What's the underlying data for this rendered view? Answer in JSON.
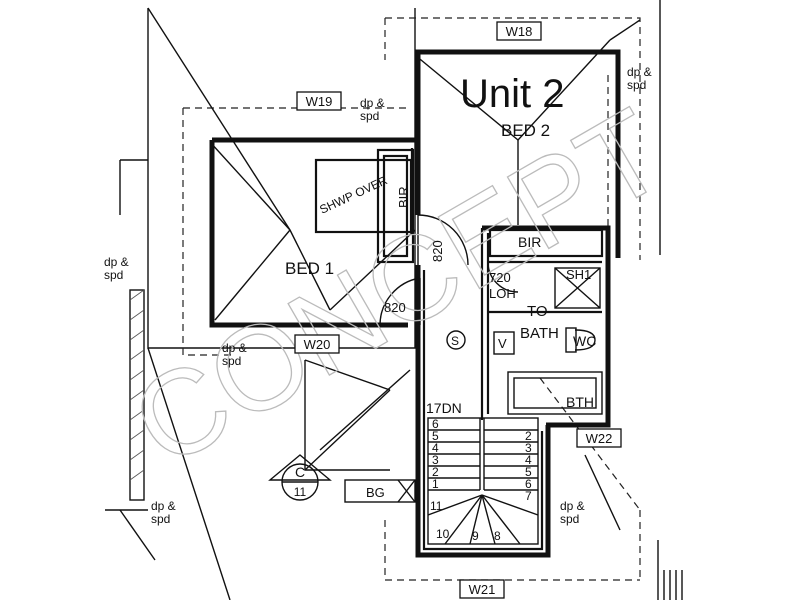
{
  "unit_title": "Unit 2",
  "rooms": {
    "bed1": "BED 1",
    "bed2": "BED 2",
    "bath": "BATH",
    "toilet": "TO",
    "wc": "WC",
    "bath_tub": "BTH",
    "shower": "SH1",
    "laundry": "LOH",
    "laundry_width": "720",
    "bir1": "BIR",
    "bir2": "BIR",
    "bg": "BG",
    "shwp_over": "SHWP OVER"
  },
  "windows": [
    "W18",
    "W19",
    "W20",
    "W21",
    "W22"
  ],
  "doors": [
    "820",
    "820"
  ],
  "downpipe_label_a": "dp &",
  "downpipe_label_b": "spd",
  "stair": {
    "label": "17DN",
    "left_treads": [
      "6",
      "5",
      "4",
      "3",
      "2",
      "1"
    ],
    "right_treads": [
      "2",
      "3",
      "4",
      "5",
      "6",
      "7"
    ],
    "winder": [
      "11",
      "10",
      "9",
      "8"
    ]
  },
  "section_marker": {
    "letter": "C",
    "number": "11"
  },
  "symbols": {
    "smoke": "S",
    "vanity": "V"
  },
  "watermark": "CONCEPT"
}
